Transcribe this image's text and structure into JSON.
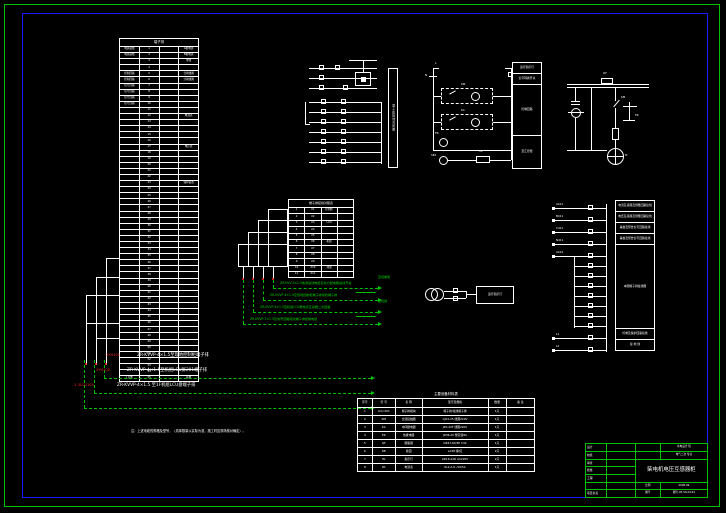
{
  "drawing": {
    "background": "#000000",
    "outer_frame_color": "#00c000",
    "inner_frame_color": "#1a1aff",
    "line_color": "#ffffff",
    "annotation_color": "#00d000",
    "tag_color": "#ff2020"
  },
  "main_table": {
    "title": "端子排",
    "columns": [
      "回路编号",
      "端子",
      "号",
      "设备名称"
    ],
    "rows": [
      [
        "电源进线",
        "1",
        "",
        "A相电源"
      ],
      [
        "电源进线",
        "2",
        "",
        "B相电源"
      ],
      [
        "",
        "3",
        "",
        "零线"
      ],
      [
        "",
        "4",
        "",
        ""
      ],
      [
        "控制回路",
        "5",
        "",
        "合闸线圈"
      ],
      [
        "控制回路",
        "6",
        "",
        "分闸线圈"
      ],
      [
        "信号回路",
        "7",
        "",
        ""
      ],
      [
        "信号回路",
        "8",
        "",
        ""
      ],
      [
        "信号回路",
        "9",
        "",
        ""
      ],
      [
        "信号回路",
        "10",
        "",
        ""
      ],
      [
        "",
        "11",
        "",
        ""
      ],
      [
        "",
        "12",
        "",
        "电流表"
      ],
      [
        "",
        "13",
        "",
        ""
      ],
      [
        "",
        "14",
        "",
        ""
      ],
      [
        "",
        "15",
        "",
        ""
      ],
      [
        "",
        "16",
        "",
        ""
      ],
      [
        "",
        "17",
        "",
        "电压表"
      ],
      [
        "",
        "18",
        "",
        ""
      ],
      [
        "",
        "19",
        "",
        ""
      ],
      [
        "",
        "20",
        "",
        ""
      ],
      [
        "",
        "21",
        "",
        ""
      ],
      [
        "",
        "22",
        "",
        ""
      ],
      [
        "",
        "23",
        "",
        "保护装置"
      ],
      [
        "",
        "24",
        "",
        ""
      ],
      [
        "",
        "25",
        "",
        ""
      ],
      [
        "",
        "26",
        "",
        ""
      ],
      [
        "",
        "27",
        "",
        ""
      ],
      [
        "",
        "28",
        "",
        ""
      ],
      [
        "",
        "29",
        "",
        ""
      ],
      [
        "",
        "30",
        "",
        ""
      ],
      [
        "",
        "31",
        "",
        ""
      ],
      [
        "",
        "32",
        "",
        ""
      ],
      [
        "",
        "33",
        "",
        ""
      ],
      [
        "",
        "34",
        "",
        ""
      ],
      [
        "",
        "35",
        "",
        ""
      ],
      [
        "",
        "36",
        "",
        ""
      ],
      [
        "",
        "37",
        "",
        ""
      ],
      [
        "",
        "38",
        "",
        ""
      ],
      [
        "",
        "39",
        "",
        ""
      ],
      [
        "",
        "40",
        "",
        ""
      ],
      [
        "",
        "41",
        "",
        ""
      ],
      [
        "",
        "42",
        "",
        ""
      ],
      [
        "",
        "43",
        "",
        ""
      ],
      [
        "",
        "44",
        "",
        ""
      ],
      [
        "",
        "45",
        "",
        ""
      ],
      [
        "",
        "46",
        "",
        ""
      ],
      [
        "",
        "47",
        "",
        ""
      ],
      [
        "",
        "48",
        "",
        ""
      ],
      [
        "",
        "49",
        "",
        ""
      ],
      [
        "",
        "50",
        "",
        ""
      ],
      [
        "",
        "51",
        "",
        ""
      ],
      [
        "",
        "52",
        "",
        ""
      ],
      [
        "",
        "53",
        "",
        ""
      ],
      [
        "",
        "54",
        "",
        ""
      ],
      [
        "汇控柜",
        "55",
        "",
        "接地"
      ]
    ]
  },
  "mid_table": {
    "title": "端子排接线对照表",
    "columns": [
      "序号",
      "编号",
      "去向",
      "备注"
    ],
    "rows": [
      [
        "1",
        "X1",
        "控制柜",
        ""
      ],
      [
        "2",
        "X2",
        "",
        ""
      ],
      [
        "3",
        "X3",
        "LCU",
        ""
      ],
      [
        "4",
        "X4",
        "",
        ""
      ],
      [
        "5",
        "X5",
        "",
        ""
      ],
      [
        "6",
        "X6",
        "机组",
        ""
      ],
      [
        "7",
        "X7",
        "",
        ""
      ],
      [
        "8",
        "X8",
        "",
        ""
      ],
      [
        "9",
        "X9",
        "",
        ""
      ],
      [
        "10",
        "X10",
        "测量",
        ""
      ],
      [
        "11",
        "X11",
        "",
        ""
      ]
    ]
  },
  "material_table": {
    "caption": "主要设备材料表",
    "columns": [
      "序号",
      "符 号",
      "名 称",
      "型号及规格",
      "数量",
      "备 注"
    ],
    "rows": [
      [
        "1",
        "LCU-201",
        "端子排模块",
        "端子排/接线端子排",
        "1只",
        ""
      ],
      [
        "2",
        "KM",
        "交流接触器",
        "CJX2-25 线圈220V",
        "1只",
        ""
      ],
      [
        "3",
        "KA",
        "中间继电器",
        "JZX-22F 线圈220V",
        "1只",
        ""
      ],
      [
        "4",
        "FR",
        "热继电器",
        "JR36-20 整定值8A",
        "1只",
        ""
      ],
      [
        "5",
        "QF",
        "断路器",
        "DZ47-60/3P C32",
        "1只",
        ""
      ],
      [
        "6",
        "SB",
        "按钮",
        "LA38 绿/红",
        "2只",
        ""
      ],
      [
        "7",
        "HL",
        "指示灯",
        "AD16-22D AC220V",
        "2只",
        ""
      ],
      [
        "8",
        "PA",
        "电流表",
        "6L2-A 0~50/5A",
        "1只",
        ""
      ]
    ]
  },
  "cable_tags": [
    {
      "tag": "2YH101",
      "text": "ZR-KVVP-4×1.5至现地控制柜端子排",
      "tag_color": "#ff2020"
    },
    {
      "tag": "2YH102",
      "text": "ZR-KVVP-4×1.5至机组LCU屏201端子排",
      "tag_color": "#ff2020"
    },
    {
      "tag": "1-3LCU105",
      "text": "ZR-KVVP-4×1.5 至1F机组LCU盘端子排",
      "tag_color": "#ff2020"
    }
  ],
  "green_annotations": [
    "ZR-KVV-3×2.5电源进线电缆至动力配电箱进线开关",
    "ZR-KVVP-4×1.5至现地控制柜端子排接线端子排",
    "ZR-KVVP-4×1.5至机组LCU屏电流互感器二次回路",
    "ZR-KVVP-7×1.5至信号回路接线端子排控制电缆"
  ],
  "green_callouts": [
    "至控制柜",
    "至机组"
  ],
  "bottom_note": "注：上述电缆的规格及型号，（具体数量以实际为准，施工时应现场核对确定）。",
  "right_terminal_panel": {
    "rows": [
      "电流互感器及测量回路接线",
      "电压互感器及测量回路接线",
      "事故及预告信号回路接线",
      "事故及预告信号回路接线"
    ],
    "center_block": "本图端子排接线图",
    "bottom_rows": [
      "控制及保护回路接线",
      "接 地 线"
    ]
  },
  "relay_panel": {
    "rows": [
      "运行指示灯",
      "信号转换开关"
    ],
    "middle": "控制回路",
    "bottom": "至汇控柜"
  },
  "mid_vertical_panel": "端子排接线对照图",
  "right_terminal_labels": [
    "A411",
    "B411",
    "C411",
    "N411",
    "A412",
    "B412",
    "N412",
    "L1",
    "L2"
  ],
  "motor_circuit": {
    "labels": [
      "QF",
      "KM",
      "FR",
      "M",
      "3~"
    ]
  },
  "relay_circuit": {
    "labels": [
      "L",
      "N",
      "KM",
      "KA",
      "FR",
      "SB1",
      "SB2",
      "HL"
    ]
  },
  "title_block": {
    "left_labels": [
      "设计",
      "校核",
      "审查",
      "批准",
      "工程",
      "项目负责"
    ],
    "values": [
      "",
      "",
      "",
      "",
      "",
      ""
    ],
    "company_line1": "水电设计 院",
    "company_line2": "电气二次 专业",
    "drawing_title": "柴电机电压互感器柜",
    "scale_label": "比例",
    "scale_value": "",
    "date_label": "日期",
    "date_value": "2006.09",
    "number_label": "图号",
    "number_value": "图号-05-50-24-04"
  }
}
